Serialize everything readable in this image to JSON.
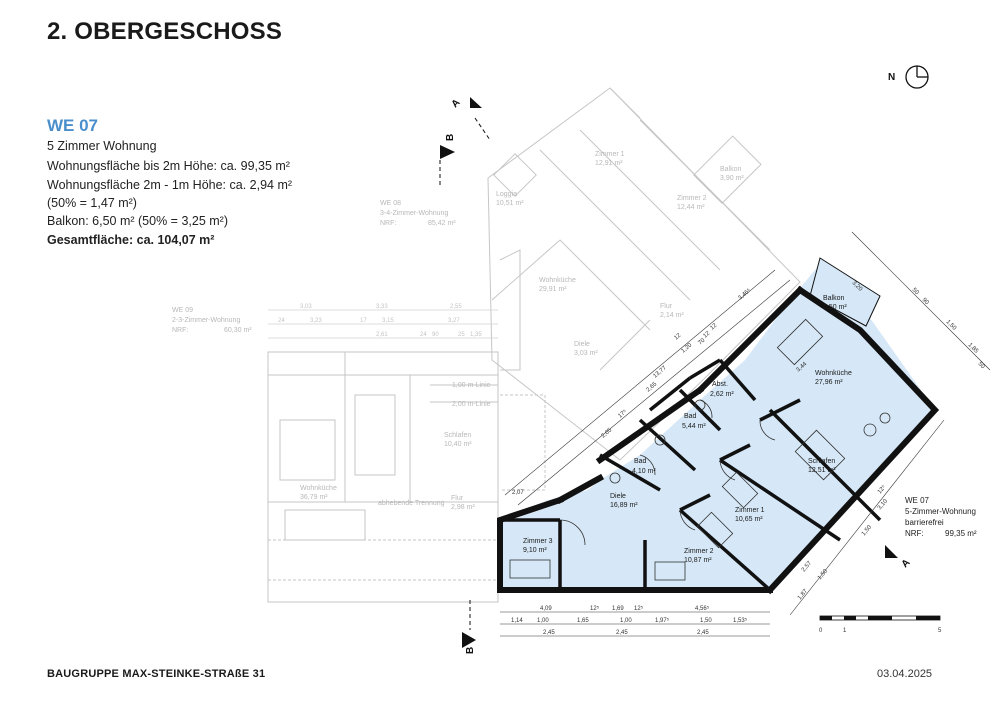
{
  "header": {
    "title": "2. OBERGESCHOSS"
  },
  "unit": {
    "code": "WE 07",
    "lines": [
      "5 Zimmer Wohnung",
      "Wohnungsfläche bis 2m Höhe: ca. 99,35 m²",
      "Wohnungsfläche 2m - 1m Höhe: ca. 2,94 m²",
      "(50% = 1,47 m²)",
      "Balkon: 6,50 m² (50% = 3,25 m²)"
    ],
    "total": "Gesamtfläche: ca. 104,07 m²"
  },
  "compass": {
    "label": "N"
  },
  "rooms": [
    {
      "name": "Balkon",
      "area": "6,50 m²"
    },
    {
      "name": "Wohnküche",
      "area": "27,96 m²"
    },
    {
      "name": "Abst.",
      "area": "2,62 m²"
    },
    {
      "name": "Bad",
      "area": "5,44 m²"
    },
    {
      "name": "Bad",
      "area": "4,10 m²"
    },
    {
      "name": "Schlafen",
      "area": "12,51 m²"
    },
    {
      "name": "Diele",
      "area": "16,89 m²"
    },
    {
      "name": "Zimmer 1",
      "area": "10,65 m²"
    },
    {
      "name": "Zimmer 2",
      "area": "10,87 m²"
    },
    {
      "name": "Zimmer 3",
      "area": "9,10 m²"
    }
  ],
  "faint_units": {
    "we08": {
      "code": "WE 08",
      "type": "3-4-Zimmer-Wohnung",
      "nrf": "NRF:",
      "area": "85,42 m²"
    },
    "we09": {
      "code": "WE 09",
      "type": "2-3-Zimmer-Wohnung",
      "nrf": "NRF:",
      "area": "60,30 m²"
    }
  },
  "faint_rooms": [
    {
      "name": "Zimmer 1",
      "area": "12,91 m²"
    },
    {
      "name": "Balkon",
      "area": "3,90 m²"
    },
    {
      "name": "Loggia",
      "area": "10,51 m²"
    },
    {
      "name": "Zimmer 2",
      "area": "12,44 m²"
    },
    {
      "name": "Wohnküche",
      "area": "29,91 m²"
    },
    {
      "name": "Flur",
      "area": "2,14 m²"
    },
    {
      "name": "Diele",
      "area": "3,03 m²"
    },
    {
      "name": "Schlafen",
      "area": "10,40 m²"
    },
    {
      "name": "Wohnküche",
      "area": "36,79 m²"
    },
    {
      "name": "Flur",
      "area": "2,98 m²"
    }
  ],
  "faint_notes": [
    "1,00 m-Linie",
    "2,00 m-Linie",
    "abhebende Trennung"
  ],
  "legend": {
    "code": "WE 07",
    "type": "5-Zimmer-Wohnung",
    "accessibility": "barrierefrei",
    "nrf_label": "NRF:",
    "nrf_value": "99,35 m²"
  },
  "section_markers": [
    "A",
    "B",
    "A",
    "B"
  ],
  "dimensions": {
    "bottom_row1": [
      "4,09",
      "12⁵",
      "1,69",
      "12⁵",
      "4,56⁵"
    ],
    "bottom_row2": [
      "1,14",
      "1,00",
      "1,65",
      "1,00",
      "1,97⁵",
      "1,50",
      "1,53⁵"
    ],
    "bottom_row3": [
      "2,45",
      "2,45",
      "2,45"
    ],
    "diag_top": [
      "3,46⁵",
      "12",
      "12",
      "1,20",
      "12",
      "70",
      "13,77",
      "2,65",
      "17⁵",
      "2,05",
      "2,07"
    ],
    "diag_right": [
      "3,20",
      "50",
      "90",
      "1,50",
      "1,85",
      "50",
      "3,44",
      "3,10",
      "12⁵",
      "1,50",
      "2,57",
      "1,50",
      "1,87"
    ],
    "top_left": [
      "3,03",
      "3,33",
      "2,55",
      "24",
      "3,23",
      "17",
      "3,15",
      "3,27",
      "2,61",
      "24",
      "90",
      "25",
      "1,35"
    ]
  },
  "scale": {
    "labels": [
      "0",
      "1",
      "5"
    ]
  },
  "footer": {
    "project": "BAUGRUPPE MAX-STEINKE-STRAßE 31",
    "date": "03.04.2025"
  },
  "colors": {
    "accent": "#4a8fcb",
    "highlight": "#d6e8f7",
    "wall": "#111111",
    "faint": "#c8c8c8"
  }
}
